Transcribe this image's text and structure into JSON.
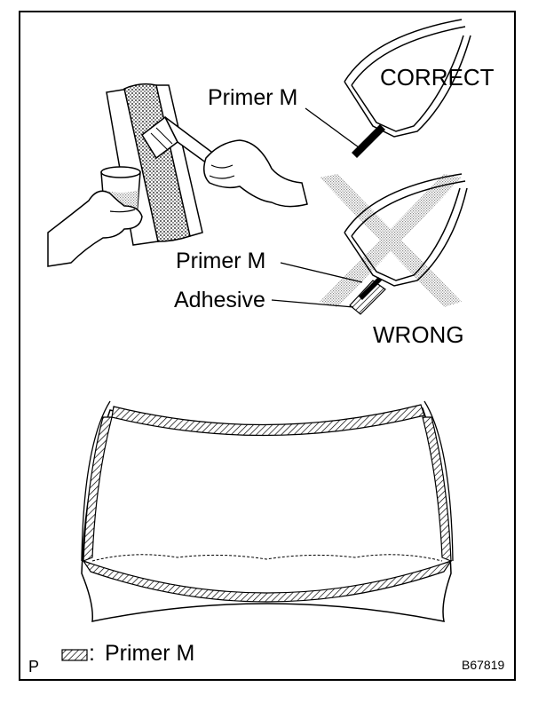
{
  "labels": {
    "correct": "CORRECT",
    "wrong": "WRONG",
    "primer_m_top": "Primer M",
    "primer_m_mid": "Primer M",
    "adhesive": "Adhesive",
    "legend": "Primer M",
    "legend_colon": ":",
    "corner_letter": "P",
    "figure_code": "B67819"
  },
  "icons": {
    "hatch_swatch": "hatched-rectangle-icon",
    "wrong_mark": "x-cross-icon"
  }
}
